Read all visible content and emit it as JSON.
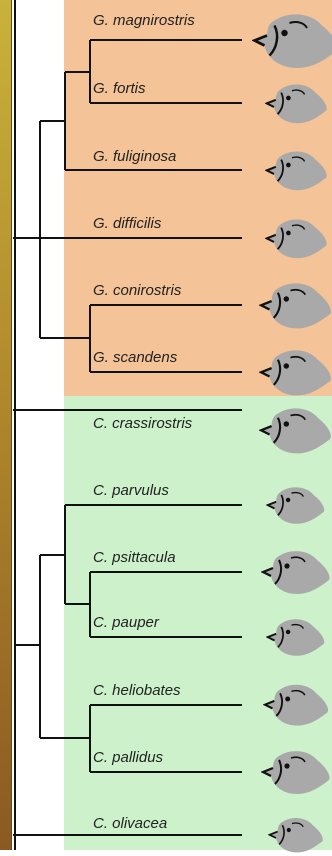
{
  "species": [
    {
      "label": "G. magnirostris",
      "icon": "finch-head-large-beak-icon"
    },
    {
      "label": "G. fortis",
      "icon": "finch-head-icon"
    },
    {
      "label": "G. fuliginosa",
      "icon": "finch-head-icon"
    },
    {
      "label": "G. difficilis",
      "icon": "finch-head-icon"
    },
    {
      "label": "G. conirostris",
      "icon": "finch-head-icon"
    },
    {
      "label": "G. scandens",
      "icon": "finch-head-icon"
    },
    {
      "label": "C. crassirostris",
      "icon": "finch-head-icon"
    },
    {
      "label": "C. parvulus",
      "icon": "finch-head-icon"
    },
    {
      "label": "C. psittacula",
      "icon": "finch-head-icon"
    },
    {
      "label": "C. pauper",
      "icon": "finch-head-icon"
    },
    {
      "label": "C. heliobates",
      "icon": "finch-head-icon"
    },
    {
      "label": "C. pallidus",
      "icon": "finch-head-icon"
    },
    {
      "label": "C. olivacea",
      "icon": "finch-head-icon"
    }
  ],
  "colors": {
    "ground_finch_background": "#f4c397",
    "tree_finch_background": "#cdf2cb",
    "branch": "#111111",
    "head_fill": "#a9a9a9"
  }
}
